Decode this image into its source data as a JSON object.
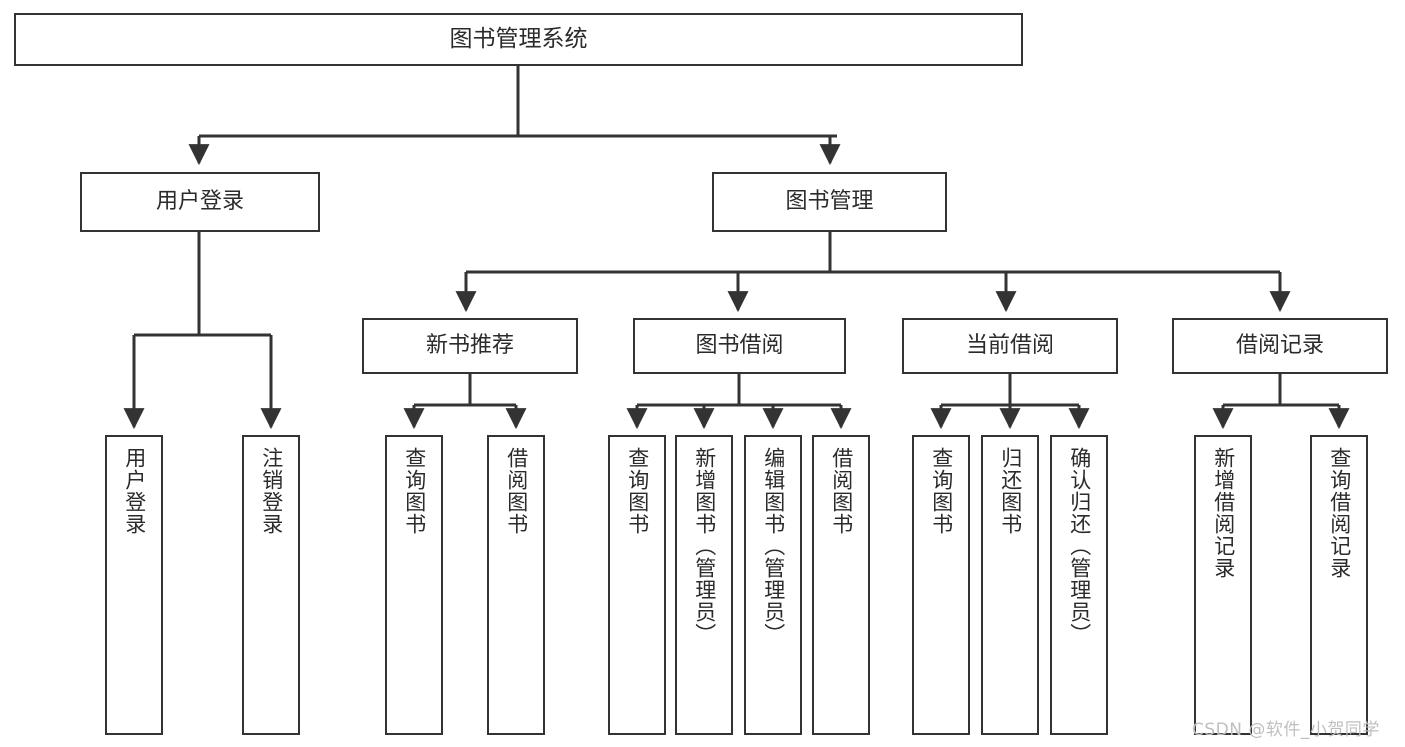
{
  "diagram": {
    "type": "tree",
    "title": "图书管理系统",
    "colors": {
      "box_border": "#333333",
      "box_fill": "#ffffff",
      "edge": "#333333",
      "text": "#2b2b2b",
      "watermark": "#bfbfbf"
    },
    "root": {
      "id": "root",
      "label": "图书管理系统"
    },
    "level2": [
      {
        "id": "user-login",
        "label": "用户登录"
      },
      {
        "id": "book-management",
        "label": "图书管理"
      }
    ],
    "level3": [
      {
        "id": "new-book-recommend",
        "label": "新书推荐",
        "parent": "book-management"
      },
      {
        "id": "book-borrow",
        "label": "图书借阅",
        "parent": "book-management"
      },
      {
        "id": "current-borrow",
        "label": "当前借阅",
        "parent": "book-management"
      },
      {
        "id": "borrow-record",
        "label": "借阅记录",
        "parent": "book-management"
      }
    ],
    "leaves": {
      "user_login": [
        {
          "id": "leaf-user-login",
          "label": "用户登录"
        },
        {
          "id": "leaf-logout-login",
          "label": "注销登录"
        }
      ],
      "new_book_recommend": [
        {
          "id": "leaf-query-book-1",
          "label": "查询图书"
        },
        {
          "id": "leaf-borrow-book-1",
          "label": "借阅图书"
        }
      ],
      "book_borrow": [
        {
          "id": "leaf-query-book-2",
          "label": "查询图书"
        },
        {
          "id": "leaf-add-book",
          "label": "新增图书（管理员）"
        },
        {
          "id": "leaf-edit-book",
          "label": "编辑图书（管理员）"
        },
        {
          "id": "leaf-borrow-book-2",
          "label": "借阅图书"
        }
      ],
      "current_borrow": [
        {
          "id": "leaf-query-book-3",
          "label": "查询图书"
        },
        {
          "id": "leaf-return-book",
          "label": "归还图书"
        },
        {
          "id": "leaf-confirm-return",
          "label": "确认归还（管理员）"
        }
      ],
      "borrow_record": [
        {
          "id": "leaf-add-record",
          "label": "新增借阅记录"
        },
        {
          "id": "leaf-query-record",
          "label": "查询借阅记录"
        }
      ]
    }
  },
  "watermark": {
    "text": "CSDN @软件_小贺同学"
  }
}
